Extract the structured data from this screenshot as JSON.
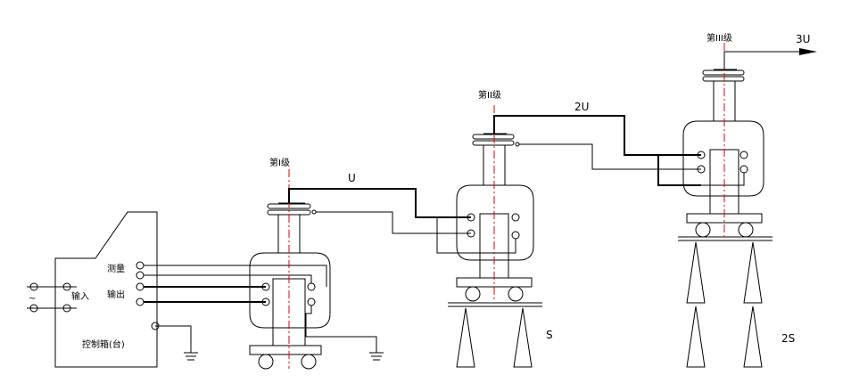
{
  "labels": {
    "control_box": "控制箱(台)",
    "input": "输入",
    "ac_symbol": "~",
    "measure": "测量",
    "output": "输出",
    "stage1": "第I级",
    "stage2": "第II级",
    "stage3": "第III级",
    "u": "U",
    "u2": "2U",
    "u3": "3U",
    "s": "S",
    "s2": "2S"
  },
  "colors": {
    "line": "#000000",
    "centerline": "#e00000"
  }
}
